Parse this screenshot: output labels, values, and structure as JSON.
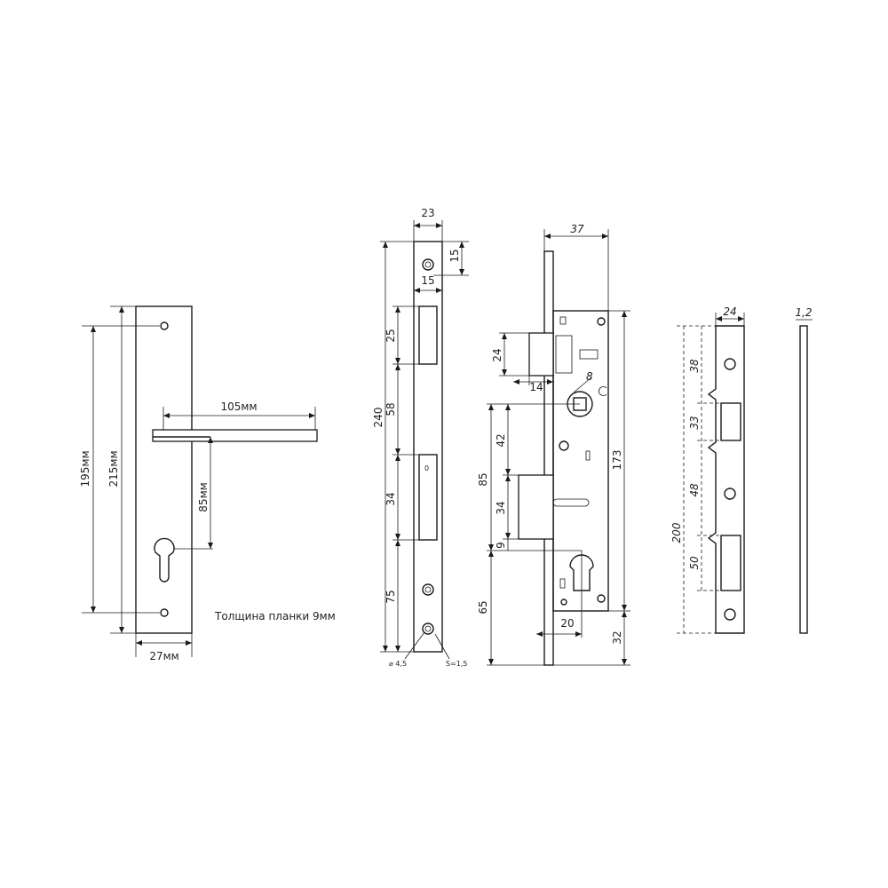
{
  "handle_plate": {
    "dim_total_height": "215мм",
    "dim_hole_distance": "195мм",
    "dim_width": "27мм",
    "dim_lever_length": "105мм",
    "dim_backset": "85мм",
    "thickness_note": "Толщина планки 9мм"
  },
  "faceplate": {
    "dim_width": "23",
    "dim_top_offset": "15",
    "dim_hole_offset": "15",
    "dim_total_height": "240",
    "dim_seg_1": "25",
    "dim_seg_2": "58",
    "dim_seg_3": "34",
    "dim_seg_4": "75",
    "dim_hole_diameter": "⌀ 4,5",
    "dim_thickness": "S=1,5"
  },
  "lock_body": {
    "dim_depth": "37",
    "dim_latch_height": "24",
    "dim_latch_projection": "14",
    "dim_spindle": "8",
    "dim_upper_offset": "42",
    "dim_center_distance": "85",
    "dim_bolt_height": "34",
    "dim_bolt_gap": "9",
    "dim_lower_offset": "65",
    "dim_body_height": "173",
    "dim_cylinder_offset": "20",
    "dim_bottom": "32"
  },
  "strike_plate": {
    "dim_width": "24",
    "dim_thickness": "1,2",
    "dim_total_height": "200",
    "dim_seg_1": "38",
    "dim_seg_2": "33",
    "dim_seg_3": "48",
    "dim_seg_4": "50"
  }
}
